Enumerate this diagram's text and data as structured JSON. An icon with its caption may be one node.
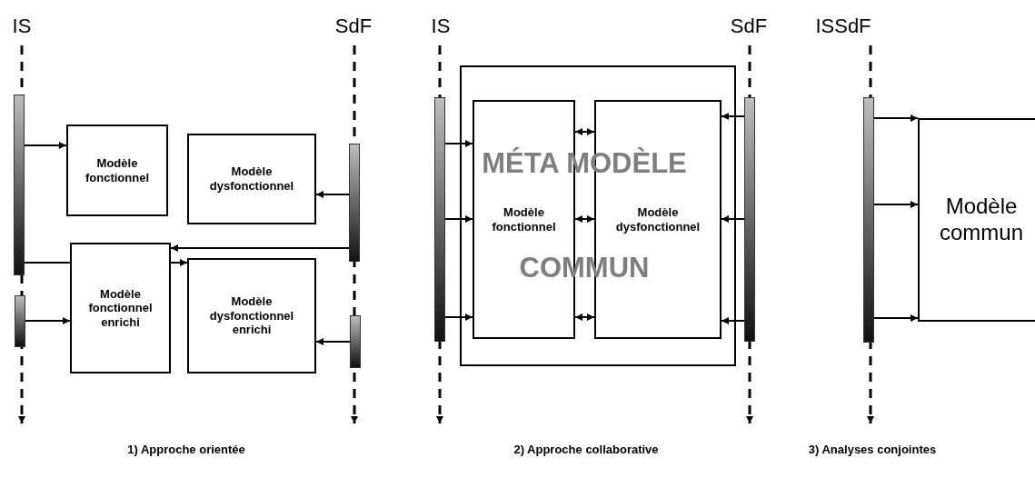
{
  "diagram": {
    "nodes": [
      {
        "text": [
          "IS"
        ]
      },
      {
        "text": [
          "SdF"
        ]
      },
      {
        "text": [
          "IS"
        ]
      },
      {
        "text": [
          "SdF"
        ]
      },
      {
        "text": [
          "ISSdF"
        ]
      },
      {
        "text": [],
        "shape": "bar"
      },
      {
        "text": [
          "Modèle fonctionnel"
        ]
      },
      {
        "text": [
          "Modèle dysfonctionnel"
        ]
      },
      {
        "text": [],
        "shape": "bar"
      },
      {
        "text": [],
        "shape": "bar"
      },
      {
        "text": [
          "Modèle fonctionnel enrichi"
        ]
      },
      {
        "text": [
          "Modèle dysfonctionnel enrichi"
        ]
      },
      {
        "text": [],
        "shape": "bar"
      },
      {
        "text": [
          "MÉTA MODÈLE",
          "COMMUN"
        ]
      },
      {
        "text": [],
        "shape": "bar"
      },
      {
        "text": [
          "Modèle fonctionnel"
        ],
        "in": 13
      },
      {
        "text": [
          "Modèle dysfonctionnel"
        ],
        "in": 13
      },
      {
        "text": [],
        "shape": "bar"
      },
      {
        "text": [],
        "shape": "bar"
      },
      {
        "text": [
          "Modèle commun"
        ]
      }
    ],
    "edges": [
      {
        "from": 0,
        "to": null,
        "arrow": "to",
        "style": "dashed"
      },
      {
        "from": 1,
        "to": null,
        "arrow": "to",
        "style": "dashed"
      },
      {
        "from": 2,
        "to": null,
        "arrow": "to",
        "style": "dashed"
      },
      {
        "from": 3,
        "to": null,
        "arrow": "to",
        "style": "dashed"
      },
      {
        "from": 4,
        "to": null,
        "arrow": "to",
        "style": "dashed"
      },
      {
        "from": 5,
        "to": 6,
        "arrow": "to"
      },
      {
        "from": 8,
        "to": 7,
        "arrow": "to"
      },
      {
        "from": 8,
        "to": 10,
        "arrow": "to"
      },
      {
        "from": 5,
        "to": 10,
        "arrow": "none"
      },
      {
        "from": 10,
        "to": 11,
        "arrow": "to"
      },
      {
        "from": 9,
        "to": 10,
        "arrow": "to"
      },
      {
        "from": 12,
        "to": 11,
        "arrow": "to"
      },
      {
        "from": 14,
        "to": 15,
        "arrow": "to"
      },
      {
        "from": 14,
        "to": 15,
        "arrow": "to"
      },
      {
        "from": 14,
        "to": 15,
        "arrow": "to"
      },
      {
        "from": 17,
        "to": 16,
        "arrow": "to"
      },
      {
        "from": 17,
        "to": 16,
        "arrow": "to"
      },
      {
        "from": 17,
        "to": 16,
        "arrow": "to"
      },
      {
        "from": 15,
        "to": 16,
        "arrow": "both"
      },
      {
        "from": 15,
        "to": 16,
        "arrow": "both"
      },
      {
        "from": 15,
        "to": 16,
        "arrow": "both"
      },
      {
        "from": 18,
        "to": 19,
        "arrow": "to"
      },
      {
        "from": 18,
        "to": 19,
        "arrow": "to"
      },
      {
        "from": 18,
        "to": 19,
        "arrow": "to"
      }
    ],
    "labels": [
      "1) Approche orientée",
      "2) Approche collaborative",
      "3) Analyses conjointes"
    ]
  }
}
